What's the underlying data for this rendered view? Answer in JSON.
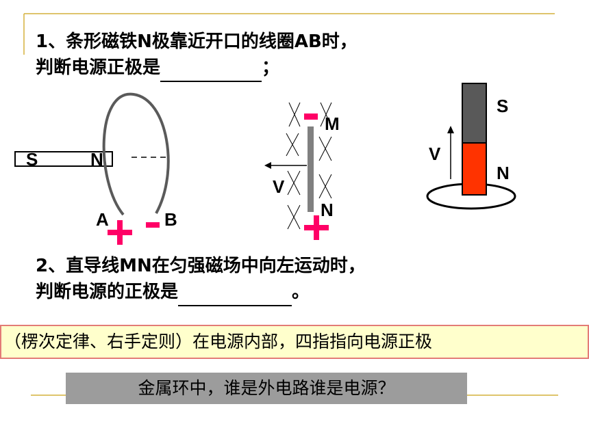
{
  "question1": {
    "line1": "1、条形磁铁N极靠近开口的线圈AB时，",
    "line2": "判断电源正极是",
    "line2_end": "；"
  },
  "question2": {
    "line1": "2、直导线MN在匀强磁场中向左运动时，",
    "line2": "判断电源的正极是",
    "line2_end": "。"
  },
  "figure1": {
    "magnet_s": "S",
    "magnet_n": "N",
    "end_a": "A",
    "end_b": "B",
    "mark_a": "+",
    "mark_b": "-"
  },
  "figure2": {
    "label_m": "M",
    "label_n": "N",
    "velocity": "V",
    "mark_m": "-",
    "mark_n": "+"
  },
  "figure3": {
    "pole_s": "S",
    "pole_n": "N",
    "velocity": "V"
  },
  "note": "（楞次定律、右手定则）在电源内部，四指指向电源正极",
  "question_box": "金属环中，谁是外电路谁是电源？",
  "colors": {
    "accent_pink": "#ff0066",
    "rule_gold": "#d4b13a",
    "note_bg": "#ffffcc",
    "note_border": "#e37b76",
    "box_gray": "#9c9c9c",
    "magnet_gray": "#595959",
    "magnet_red": "#ff3300"
  }
}
